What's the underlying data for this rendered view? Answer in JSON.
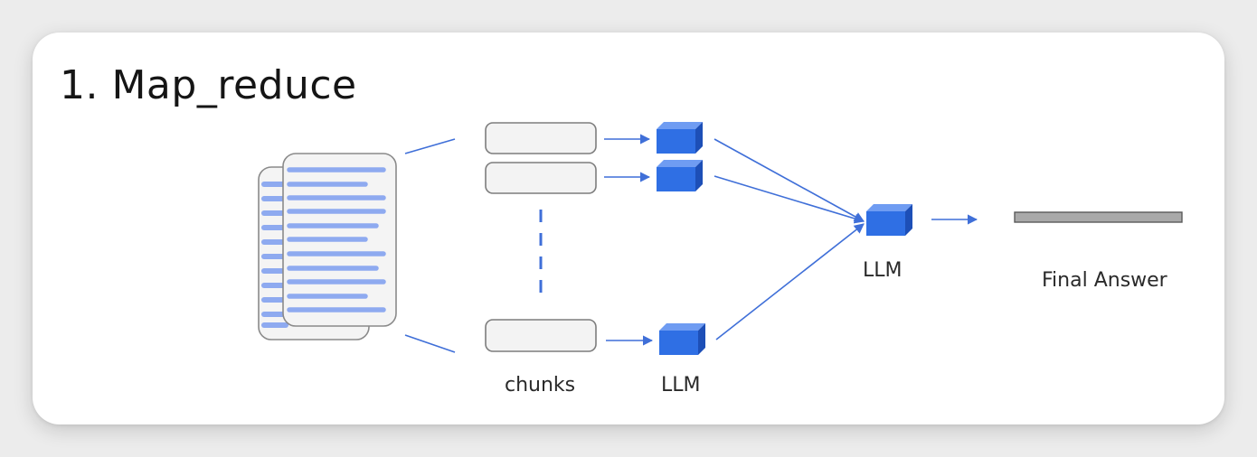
{
  "title": "1. Map_reduce",
  "labels": {
    "chunks": "chunks",
    "map_llm": "LLM",
    "reduce_llm": "LLM",
    "final_answer": "Final Answer"
  },
  "colors": {
    "page_background": "#ececec",
    "card_background": "#ffffff",
    "document_lines": "#8eaaf0",
    "connector_blue": "#3f6fd8",
    "cube_front": "#2f6fe4",
    "cube_top": "#6f9cf2",
    "cube_side": "#1d4fb7",
    "chunk_fill": "#f3f3f3",
    "chunk_border": "#7d7d7d",
    "answer_bar": "#a9a9a9"
  }
}
